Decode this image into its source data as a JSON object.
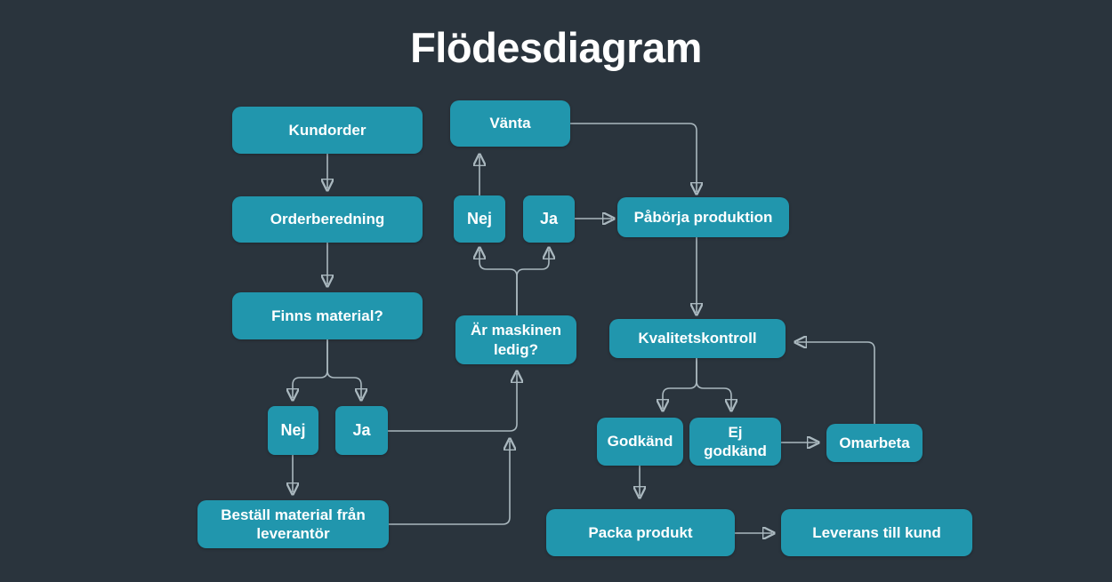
{
  "title": "Flödesdiagram",
  "colors": {
    "background": "#2a343d",
    "node": "#2196ad",
    "text": "#ffffff",
    "line": "#aab8bf",
    "arrow": "#2ba9c2"
  },
  "nodes": {
    "kundorder": {
      "label": "Kundorder"
    },
    "orderberedning": {
      "label": "Orderberedning"
    },
    "finns_material": {
      "label": "Finns material?"
    },
    "nej_material": {
      "label": "Nej"
    },
    "ja_material": {
      "label": "Ja"
    },
    "bestall": {
      "label": "Beställ material från leverantör"
    },
    "vanta": {
      "label": "Vänta"
    },
    "nej_maskin": {
      "label": "Nej"
    },
    "ja_maskin": {
      "label": "Ja"
    },
    "ar_maskinen": {
      "label": "Är maskinen ledig?"
    },
    "paborja": {
      "label": "Påbörja produktion"
    },
    "kvalitet": {
      "label": "Kvalitetskontroll"
    },
    "godkand": {
      "label": "Godkänd"
    },
    "ej_godkand": {
      "label": "Ej godkänd"
    },
    "omarbeta": {
      "label": "Omarbeta"
    },
    "packa": {
      "label": "Packa produkt"
    },
    "leverans": {
      "label": "Leverans till kund"
    }
  }
}
